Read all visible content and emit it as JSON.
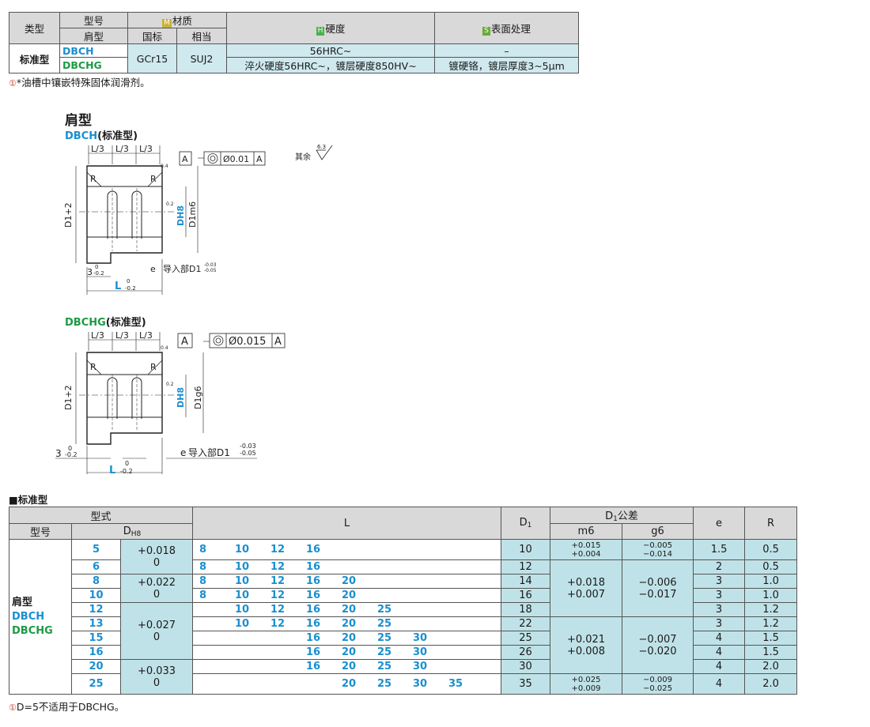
{
  "spec_table": {
    "header": {
      "type": "类型",
      "model": "型号",
      "material_badge": "M",
      "material": "材质",
      "hardness_badge": "H",
      "hardness": "硬度",
      "surface_badge": "S",
      "surface": "表面处理",
      "shoulder": "肩型",
      "gb": "国标",
      "equiv": "相当"
    },
    "row": {
      "type": "标准型",
      "code1": "DBCH",
      "code2": "DBCHG",
      "gb_value": "GCr15",
      "equiv_value": "SUJ2",
      "hardness1": "56HRC~",
      "hardness2": "淬火硬度56HRC~，镀层硬度850HV~",
      "surface1": "–",
      "surface2": "镀硬铬，镀层厚度3~5μm"
    }
  },
  "note_top": {
    "mark": "①",
    "text": "*油槽中镶嵌特殊固体润滑剂。"
  },
  "drawing": {
    "title": "肩型",
    "dbch": {
      "code": "DBCH",
      "suffix": "(标准型)"
    },
    "dbchg": {
      "code": "DBCHG",
      "suffix": "(标准型)"
    },
    "other_roughness": "其余",
    "roughness_value": "6.3",
    "lbl_l3": "L/3",
    "lbl_r": "R",
    "lbl_a": "A",
    "tol1": "Ø0.01",
    "tol2": "Ø0.015",
    "d1plus2": "D1+2",
    "dh8": "DH8",
    "d1m6": "D1m6",
    "d1g6": "D1g6",
    "lead": "导入部D1",
    "lead_tol_up": "-0.03",
    "lead_tol_dn": "-0.05",
    "e": "e",
    "three": "3",
    "tol_0": "0",
    "tol_m02": "-0.2",
    "L": "L",
    "ra04": "0.4",
    "ra02": "0.2"
  },
  "section_title": "■标准型",
  "main_table": {
    "headers": {
      "form": "型式",
      "model": "型号",
      "dh8": "D",
      "dh8_sub": "H8",
      "L": "L",
      "d1": "D",
      "d1_sub": "1",
      "d1tol": "D",
      "d1tol_sub": "1",
      "d1tol_tail": "公差",
      "m6": "m6",
      "g6": "g6",
      "e": "e",
      "R": "R"
    },
    "type_lines": [
      "肩型",
      "DBCH",
      "DBCHG"
    ],
    "rows": [
      {
        "d": "5",
        "L": [
          "8",
          "10",
          "12",
          "16",
          "",
          "",
          "",
          ""
        ],
        "d1": "10",
        "e": "1.5",
        "r": "0.5"
      },
      {
        "d": "6",
        "L": [
          "8",
          "10",
          "12",
          "16",
          "",
          "",
          "",
          ""
        ],
        "d1": "12",
        "e": "2",
        "r": "0.5"
      },
      {
        "d": "8",
        "L": [
          "8",
          "10",
          "12",
          "16",
          "20",
          "",
          "",
          ""
        ],
        "d1": "14",
        "e": "3",
        "r": "1.0"
      },
      {
        "d": "10",
        "L": [
          "8",
          "10",
          "12",
          "16",
          "20",
          "",
          "",
          ""
        ],
        "d1": "16",
        "e": "3",
        "r": "1.0"
      },
      {
        "d": "12",
        "L": [
          "",
          "10",
          "12",
          "16",
          "20",
          "25",
          "",
          ""
        ],
        "d1": "18",
        "e": "3",
        "r": "1.2"
      },
      {
        "d": "13",
        "L": [
          "",
          "10",
          "12",
          "16",
          "20",
          "25",
          "",
          ""
        ],
        "d1": "22",
        "e": "3",
        "r": "1.2"
      },
      {
        "d": "15",
        "L": [
          "",
          "",
          "",
          "16",
          "20",
          "25",
          "30",
          ""
        ],
        "d1": "25",
        "e": "4",
        "r": "1.5"
      },
      {
        "d": "16",
        "L": [
          "",
          "",
          "",
          "16",
          "20",
          "25",
          "30",
          ""
        ],
        "d1": "26",
        "e": "4",
        "r": "1.5"
      },
      {
        "d": "20",
        "L": [
          "",
          "",
          "",
          "16",
          "20",
          "25",
          "30",
          ""
        ],
        "d1": "30",
        "e": "4",
        "r": "2.0"
      },
      {
        "d": "25",
        "L": [
          "",
          "",
          "",
          "",
          "20",
          "25",
          "30",
          "35"
        ],
        "d1": "35",
        "e": "4",
        "r": "2.0"
      }
    ],
    "dh8_tol": {
      "g1_up": "+0.018",
      "g1_dn": "0",
      "g2_up": "+0.022",
      "g2_dn": "0",
      "g3_up": "+0.027",
      "g3_dn": "0",
      "g4_up": "+0.033",
      "g4_dn": "0"
    },
    "m6": {
      "r1_up": "+0.015",
      "r1_dn": "+0.004",
      "g2_up": "+0.018",
      "g2_dn": "+0.007",
      "g3_up": "+0.021",
      "g3_dn": "+0.008",
      "r10_up": "+0.025",
      "r10_dn": "+0.009"
    },
    "g6": {
      "r1_up": "−0.005",
      "r1_dn": "−0.014",
      "g2_up": "−0.006",
      "g2_dn": "−0.017",
      "g3_up": "−0.007",
      "g3_dn": "−0.020",
      "r10_up": "−0.009",
      "r10_dn": "−0.025"
    }
  },
  "note_bottom": {
    "mark": "①",
    "text": "D=5不适用于DBCHG。"
  }
}
